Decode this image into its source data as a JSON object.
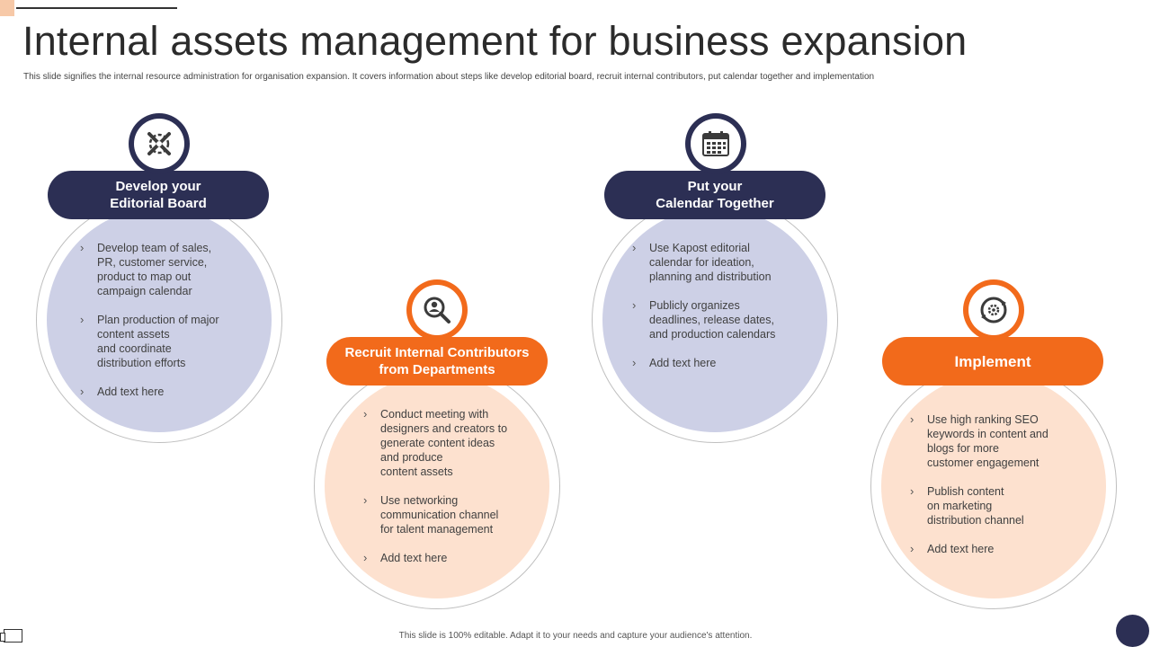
{
  "title": "Internal assets management for business expansion",
  "subtitle": "This slide signifies the internal resource administration for organisation expansion. It covers information about steps like develop editorial board, recruit internal contributors, put calendar together and implementation",
  "colors": {
    "navy": "#2c2f54",
    "orange": "#f26a1b",
    "light_navy": "#cdd0e6",
    "light_orange": "#fde1cf"
  },
  "steps": [
    {
      "icon": "tools-icon",
      "heading": "Develop your\nEditorial Board",
      "bullets": [
        "Develop  team of sales,\nPR, customer service,\nproduct to map out\ncampaign calendar",
        "Plan production  of major\ncontent assets\nand coordinate\ndistribution efforts",
        "Add text here"
      ]
    },
    {
      "icon": "magnifier-person-icon",
      "heading": "Recruit Internal Contributors\nfrom Departments",
      "bullets": [
        "Conduct meeting with\ndesigners and creators to\ngenerate content ideas\nand produce\ncontent assets",
        "Use networking\ncommunication channel\nfor talent management",
        "Add text here"
      ]
    },
    {
      "icon": "calendar-icon",
      "heading": "Put your\nCalendar Together",
      "bullets": [
        "Use Kapost editorial\ncalendar for ideation,\nplanning and distribution",
        "Publicly organizes\ndeadlines, release dates,\nand production calendars",
        "Add text here"
      ]
    },
    {
      "icon": "cycle-gear-icon",
      "heading": "Implement",
      "bullets": [
        "Use high ranking SEO\nkeywords in content and\nblogs for more\ncustomer engagement",
        "Publish content\non marketing\ndistribution channel",
        "Add text here"
      ]
    }
  ],
  "footer": "This slide is 100% editable.  Adapt it to your needs and capture your audience's attention."
}
